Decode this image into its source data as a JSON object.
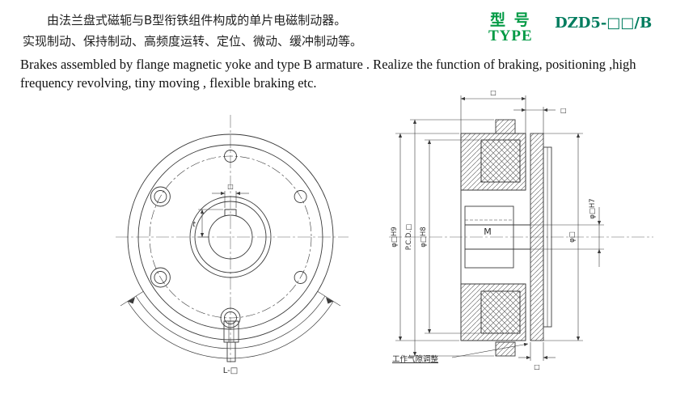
{
  "colors": {
    "accent_green": "#009a44",
    "model_green": "#007c5e",
    "line_color": "#3a3a3a"
  },
  "header": {
    "cn_line1": "由法兰盘式磁轭与B型衔铁组件构成的单片电磁制动器。",
    "cn_line2": "实现制动、保持制动、高频度运转、定位、微动、缓冲制动等。",
    "en_line1": "Brakes assembled by flange magnetic yoke and type B armature . Realize the function of braking, positioning  ,high",
    "en_line2": "frequency revolving, tiny moving , flexible braking etc.",
    "type_cn": "型 号",
    "type_en": "TYPE",
    "model": "DZD5-□□/B"
  },
  "left_drawing": {
    "labels": {
      "keyway_width": "□",
      "keyway_depth": "t",
      "arc_dim": "L-□"
    }
  },
  "right_drawing": {
    "labels": {
      "dim_outer": "φ□H9",
      "dim_pcd": "P.C.D.□",
      "dim_inner": "φ□H8",
      "dim_bore": "φ□H7",
      "dim_armature": "φ□",
      "hub_mark": "M",
      "top_width": "□",
      "top_thickness": "□",
      "bottom_thickness": "□",
      "gap_note": "工作气隙调整"
    }
  }
}
